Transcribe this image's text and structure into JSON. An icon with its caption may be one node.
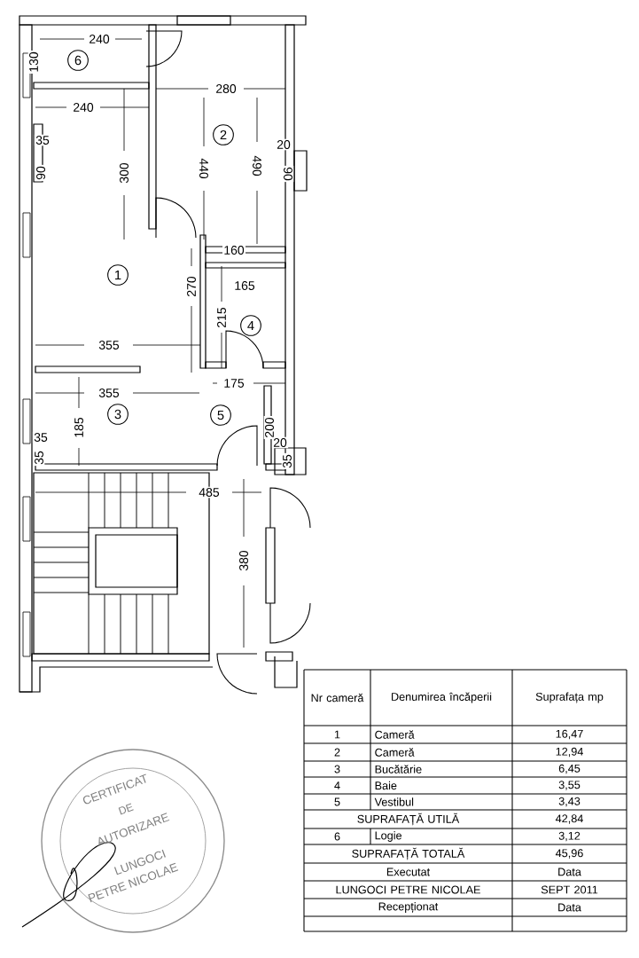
{
  "diagram": {
    "nodes": [
      {
        "text": [
          "6"
        ]
      },
      {
        "text": [
          "2"
        ]
      },
      {
        "text": [
          "1"
        ]
      },
      {
        "text": [
          "4"
        ]
      },
      {
        "text": [
          "3"
        ]
      },
      {
        "text": [
          "5"
        ]
      }
    ],
    "labels": [
      "240",
      "130",
      "280",
      "240",
      "35",
      "300",
      "440",
      "490",
      "20",
      "90",
      "90",
      "160",
      "270",
      "165",
      "215",
      "355",
      "175",
      "355",
      "185",
      "200",
      "35",
      "35",
      "20",
      "35",
      "485",
      "380",
      "Nr cameră",
      "Denumirea încăperii",
      "Suprafața mp",
      "1",
      "Cameră",
      "16,47",
      "2",
      "Cameră",
      "12,94",
      "3",
      "Bucătărie",
      "6,45",
      "4",
      "Baie",
      "3,55",
      "5",
      "Vestibul",
      "3,43",
      "SUPRAFAȚĂ UTILĂ",
      "42,84",
      "6",
      "Logie",
      "3,12",
      "SUPRAFAȚĂ TOTALĂ",
      "45,96",
      "Executat",
      "Data",
      "LUNGOCI PETRE NICOLAE",
      "SEPT 2011",
      "Recepționat",
      "Data",
      "CERTIFICAT",
      "DE",
      "AUTORIZARE",
      "LUNGOCI",
      "PETRE NICOLAE"
    ]
  }
}
